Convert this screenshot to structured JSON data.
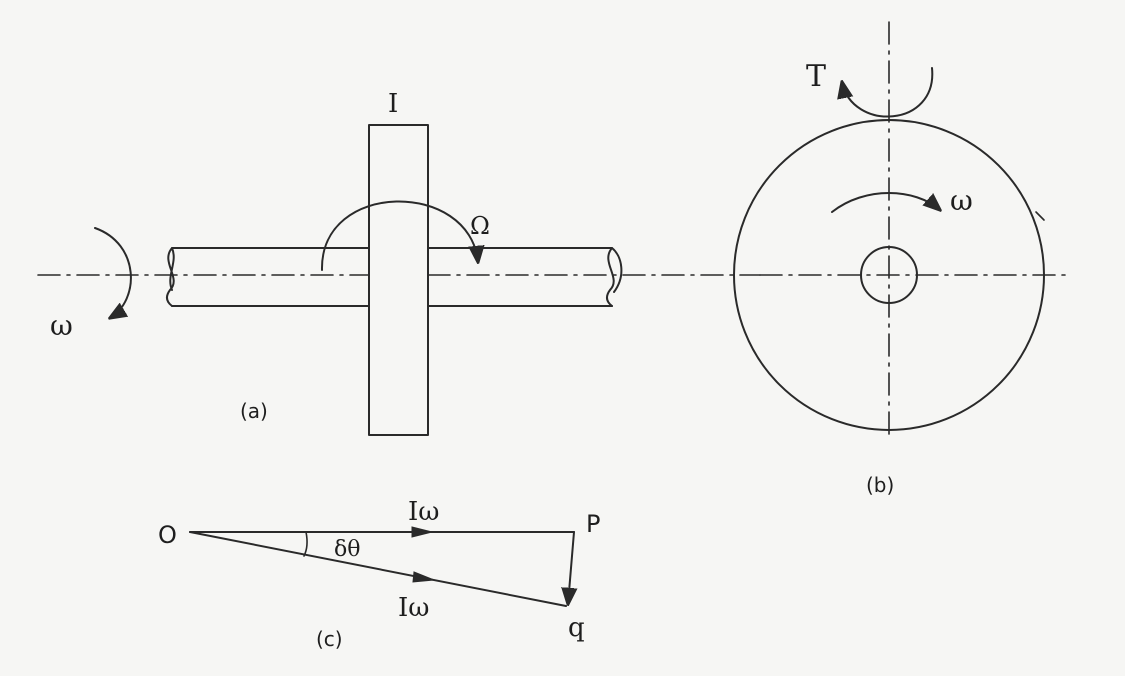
{
  "labels": {
    "inertia": "I",
    "omega_left": "ω",
    "precession": "Ω",
    "part_a": "(a)",
    "torque": "T",
    "omega_right": "ω",
    "part_b": "(b)",
    "origin": "O",
    "vec_top": "Iω",
    "delta_theta": "δθ",
    "vec_bottom": "Iω",
    "point_p": "P",
    "point_q": "q",
    "part_c": "(c)"
  },
  "colors": {
    "ink": "#2a2a2a",
    "paper": "#f6f6f4"
  }
}
